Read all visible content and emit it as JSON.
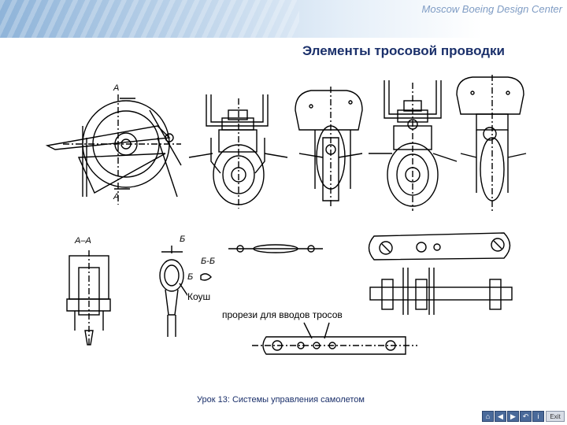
{
  "header": {
    "company": "Moscow Boeing Design Center"
  },
  "slide": {
    "title": "Элементы тросовой проводки"
  },
  "labels": {
    "section_a": "A",
    "section_a2": "A",
    "section_aa": "А–А",
    "section_b": "Б",
    "section_bb": "Б-Б",
    "section_b2": "Б",
    "koush": "Коуш",
    "slots": "прорези для вводов тросов"
  },
  "footer": {
    "lesson": "Урок 13: Системы управления самолетом"
  },
  "nav": {
    "buttons": [
      {
        "icon": "home-icon",
        "glyph": "⌂"
      },
      {
        "icon": "back-icon",
        "glyph": "◀"
      },
      {
        "icon": "forward-icon",
        "glyph": "▶"
      },
      {
        "icon": "return-icon",
        "glyph": "↶"
      },
      {
        "icon": "info-icon",
        "glyph": "i"
      }
    ],
    "exit_label": "Exit"
  }
}
